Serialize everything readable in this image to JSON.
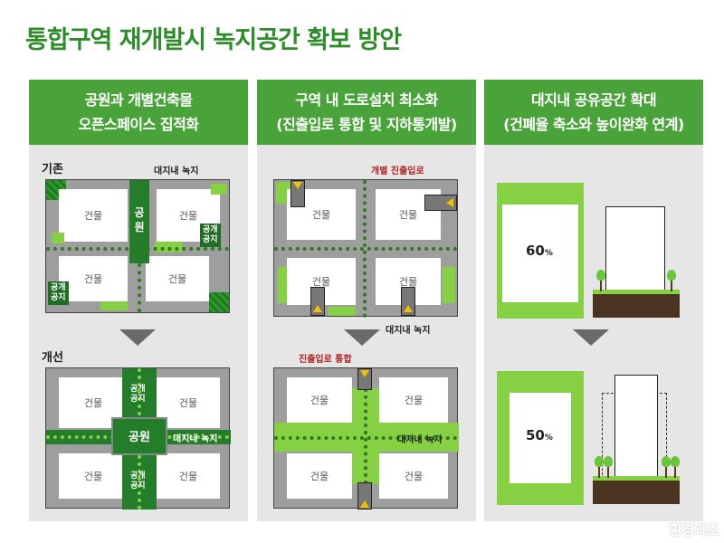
{
  "title": "통합구역 재개발시 녹지공간 확보 방안",
  "panels": [
    {
      "head_line1": "공원과 개별건축물",
      "head_line2": "오픈스페이스 집적화",
      "before_label": "기존",
      "after_label": "개선",
      "building": "건물",
      "park": "공원",
      "park_v1": "공",
      "park_v2": "원",
      "public_space_1": "공개",
      "public_space_2": "공지",
      "green_strip": "대지내 녹지"
    },
    {
      "head_line1": "구역 내 도로설치 최소화",
      "head_line2": "(진출입로 통합 및 지하통개발)",
      "building": "건물",
      "individual_entry": "개별 진출입로",
      "integrated_entry": "진출입로 통합",
      "green_strip": "대지내 녹지"
    },
    {
      "head_line1": "대지내 공유공간 확대",
      "head_line2": "(건폐율 축소와 높이완화 연계)",
      "ratio_before": "60",
      "ratio_after": "50",
      "ratio_unit": "%"
    }
  ],
  "watermark": "환경과조",
  "colors": {
    "header": "#4aa33a",
    "title": "#2f8c2a",
    "green": "#86d043",
    "dark_green": "#237d2a"
  }
}
